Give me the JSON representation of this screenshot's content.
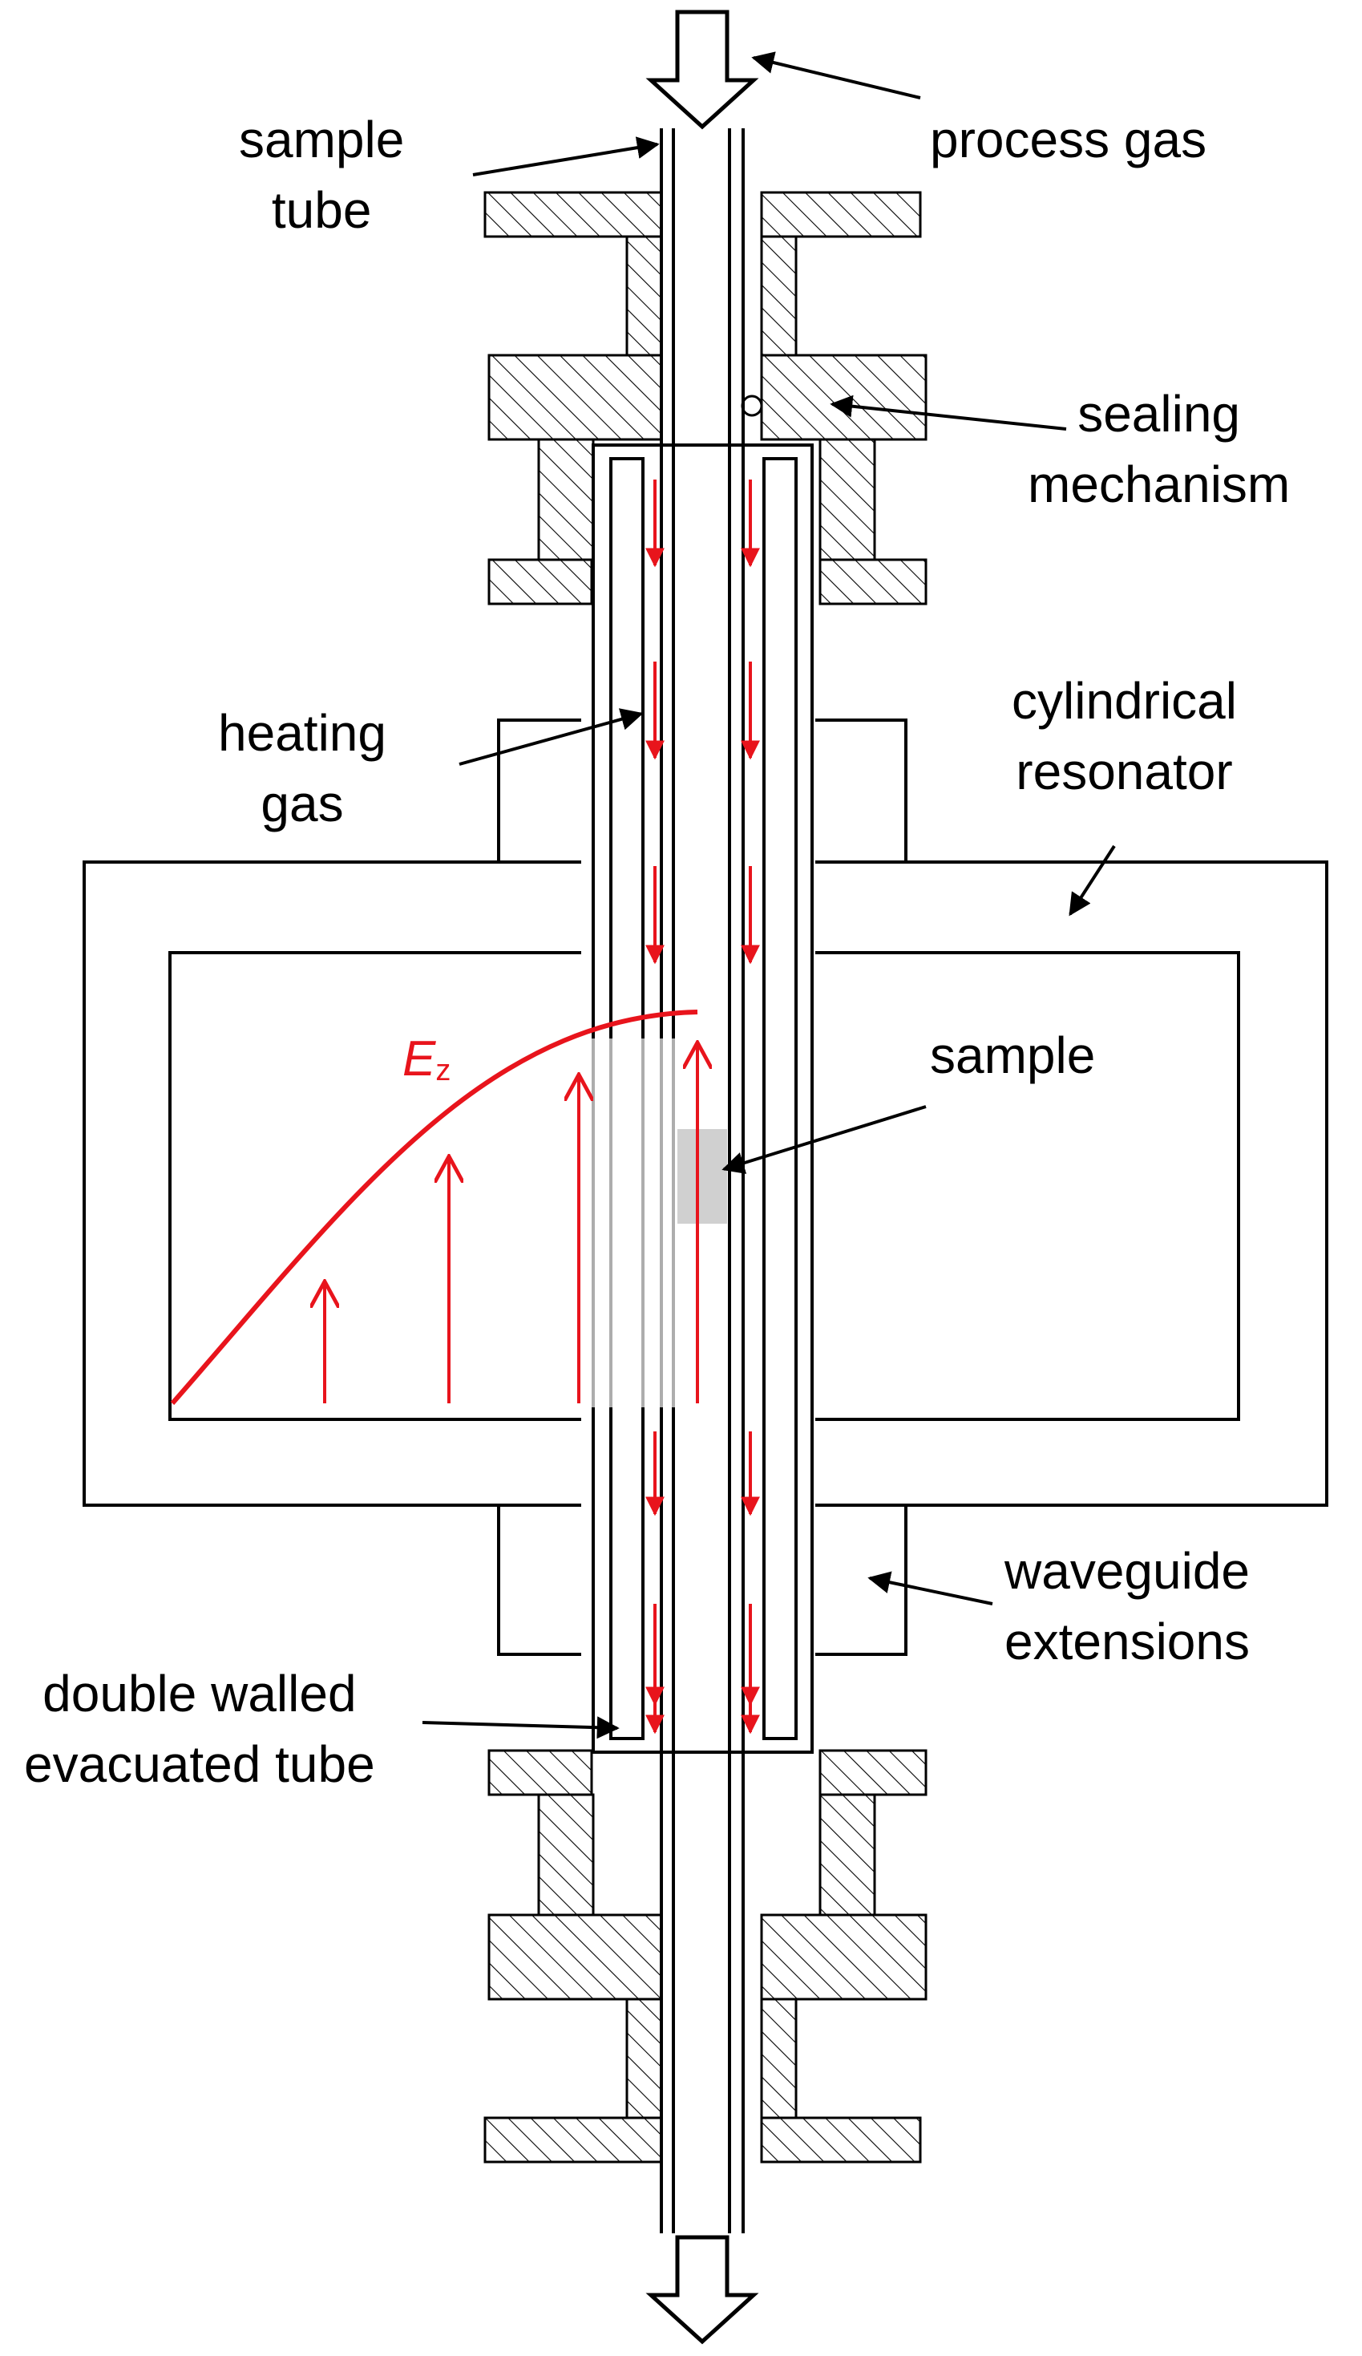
{
  "labels": {
    "sample_tube": [
      "sample",
      "tube"
    ],
    "process_gas": [
      "process gas"
    ],
    "sealing_mechanism": [
      "sealing",
      "mechanism"
    ],
    "heating_gas": [
      "heating",
      "gas"
    ],
    "cylindrical_resonator": [
      "cylindrical",
      "resonator"
    ],
    "sample": [
      "sample"
    ],
    "waveguide_extensions": [
      "waveguide",
      "extensions"
    ],
    "double_walled_tube": [
      "double walled",
      "evacuated tube"
    ]
  },
  "field": {
    "symbol": "E",
    "subscript": "z"
  },
  "colors": {
    "line": "#000000",
    "field": "#e8141c",
    "sample_fill": "#d0d0d0",
    "hatch": "#000000",
    "background": "#ffffff"
  }
}
